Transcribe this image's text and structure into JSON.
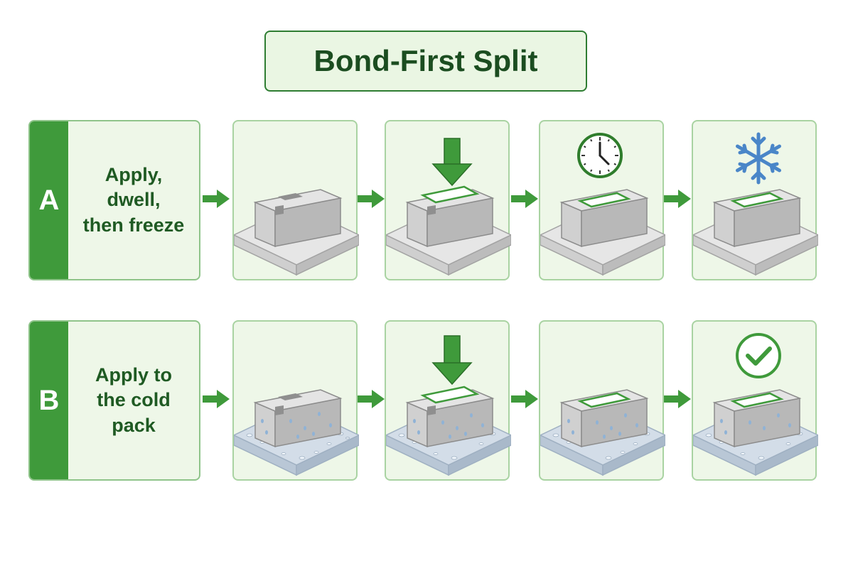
{
  "title": "Bond-First Split",
  "rows": [
    {
      "letter": "A",
      "label": "Apply,\ndwell,\nthen freeze",
      "steps": [
        {
          "icon": "taped-box-icon",
          "surface": "dry"
        },
        {
          "icon": "press-down-arrow-icon",
          "surface": "dry"
        },
        {
          "icon": "clock-icon",
          "surface": "dry"
        },
        {
          "icon": "snowflake-icon",
          "surface": "dry"
        }
      ]
    },
    {
      "letter": "B",
      "label": "Apply to\nthe cold pack",
      "steps": [
        {
          "icon": "taped-box-icon",
          "surface": "wet"
        },
        {
          "icon": "press-down-arrow-icon",
          "surface": "wet"
        },
        {
          "icon": "labeled-box-icon",
          "surface": "wet"
        },
        {
          "icon": "checkmark-circle-icon",
          "surface": "wet"
        }
      ]
    }
  ],
  "colors": {
    "accent_green": "#3f9a3b",
    "dark_green": "#1f5a23",
    "snowflake_blue": "#4a86c8",
    "box_gray": "#b9b9b9",
    "frost": "#c9d6e3"
  }
}
